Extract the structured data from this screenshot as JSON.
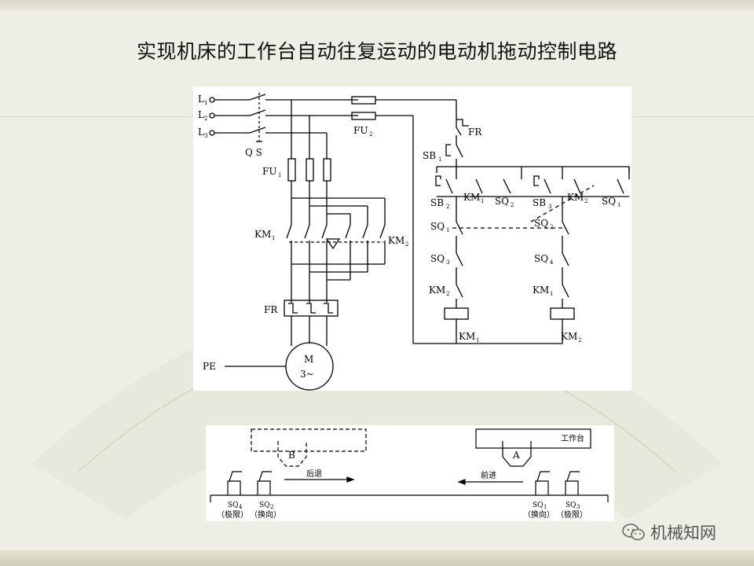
{
  "title": "实现机床的工作台自动往复运动的电动机拖动控制电路",
  "circuit": {
    "supply": {
      "l1": "L",
      "l1_sub": "1",
      "l2": "L",
      "l2_sub": "2",
      "l3": "L",
      "l3_sub": "3"
    },
    "qs": "Q S",
    "fu1": "FU",
    "fu1_sub": "1",
    "fu2": "FU",
    "fu2_sub": "2",
    "km1_main": "KM",
    "km1_main_sub": "1",
    "km2_main": "KM",
    "km2_main_sub": "2",
    "fr_main": "FR",
    "motor_m": "M",
    "motor_phase": "3~",
    "pe": "PE",
    "fr_ctrl": "FR",
    "sb1": "SB",
    "sb1_sub": "1",
    "sb2": "SB",
    "sb2_sub": "2",
    "km1_hold": "KM",
    "km1_hold_sub": "1",
    "sq2_aux": "SQ",
    "sq2_aux_sub": "2",
    "sb3": "SB",
    "sb3_sub": "3",
    "km2_hold": "KM",
    "km2_hold_sub": "2",
    "sq1_aux": "SQ",
    "sq1_aux_sub": "1",
    "sq1_left": "SQ",
    "sq1_left_sub": "1",
    "sq2_right": "SQ",
    "sq2_right_sub": "2",
    "sq3": "SQ",
    "sq3_sub": "3",
    "sq4": "SQ",
    "sq4_sub": "4",
    "km2_interlock": "KM",
    "km2_interlock_sub": "2",
    "km1_interlock": "KM",
    "km1_interlock_sub": "1",
    "coil_left": "KM",
    "coil_left_sub": "1",
    "coil_right": "KM",
    "coil_right_sub": "2"
  },
  "layout": {
    "workbench": "工作台",
    "a": "A",
    "b": "B",
    "backward": "后退",
    "forward": "前进",
    "sq4": "SQ",
    "sq4_sub": "4",
    "sq4_desc": "（极限）",
    "sq2": "SQ",
    "sq2_sub": "2",
    "sq2_desc": "（换向）",
    "sq1": "SQ",
    "sq1_sub": "1",
    "sq1_desc": "（换向）",
    "sq3": "SQ",
    "sq3_sub": "3",
    "sq3_desc": "（极限）"
  },
  "watermark": {
    "text": "机械知网",
    "icon": "wechat-icon"
  }
}
